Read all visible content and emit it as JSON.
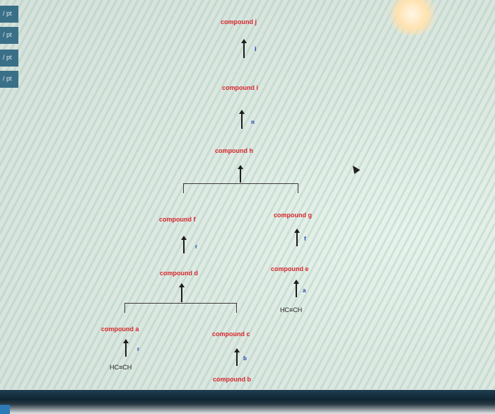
{
  "sidebar": {
    "tabs": [
      "/ pt",
      "/ pt",
      "/ pt",
      "/ pt"
    ]
  },
  "scheme": {
    "compounds": {
      "j": "compound j",
      "i": "compound i",
      "h": "compound h",
      "f": "compound f",
      "g": "compound g",
      "d": "compound d",
      "e": "compound e",
      "a": "compound a",
      "c": "compound c",
      "b": "compound b"
    },
    "reagents": {
      "to_j": "i",
      "to_i": "n",
      "to_f": "r",
      "to_g": "f",
      "to_e": "a",
      "to_a": "r",
      "to_c": "b"
    },
    "formulas": {
      "right": "HC≡CH",
      "left": "HC≡CH"
    }
  },
  "colors": {
    "compound_label": "#d6262c",
    "reagent_label": "#1c3fb0",
    "sidebar_tab": "#3a6f88"
  }
}
